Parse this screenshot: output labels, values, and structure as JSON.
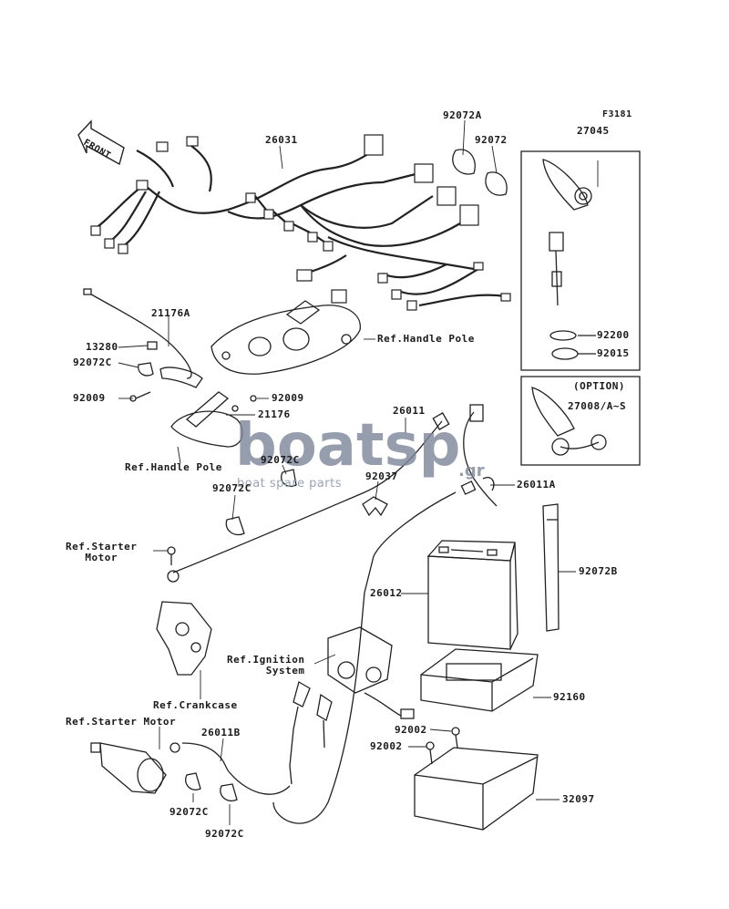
{
  "diagram": {
    "figure_code": "F3181",
    "front_label": "FRONT",
    "labels": {
      "p26031": "26031",
      "p92072A": "92072A",
      "p92072": "92072",
      "p27045": "27045",
      "p92200": "92200",
      "p92015": "92015",
      "option": "(OPTION)",
      "p27008": "27008/A~S",
      "p21176A": "21176A",
      "p13280": "13280",
      "p92072C_a": "92072C",
      "p92009_a": "92009",
      "p92009_b": "92009",
      "p21176": "21176",
      "ref_handle_pole_a": "Ref.Handle Pole",
      "ref_handle_pole_b": "Ref.Handle Pole",
      "p92072C_b": "92072C",
      "p26011": "26011",
      "p92037": "92037",
      "p26011A": "26011A",
      "p92072C_c": "92072C",
      "ref_starter_motor_a": "Ref.Starter\n   Motor",
      "p26012": "26012",
      "p92072B": "92072B",
      "ref_ignition": "Ref.Ignition\n      System",
      "p92160": "92160",
      "ref_crankcase": "Ref.Crankcase",
      "ref_starter_motor_b": "Ref.Starter Motor",
      "p26011B": "26011B",
      "p92002_a": "92002",
      "p92002_b": "92002",
      "p32097": "32097",
      "p92072C_d": "92072C",
      "p92072C_e": "92072C"
    },
    "watermark": {
      "logo_text": "boatsp",
      "logo_suffix": ".gr",
      "tagline": "boat spare parts",
      "color": "#7d879b"
    }
  }
}
